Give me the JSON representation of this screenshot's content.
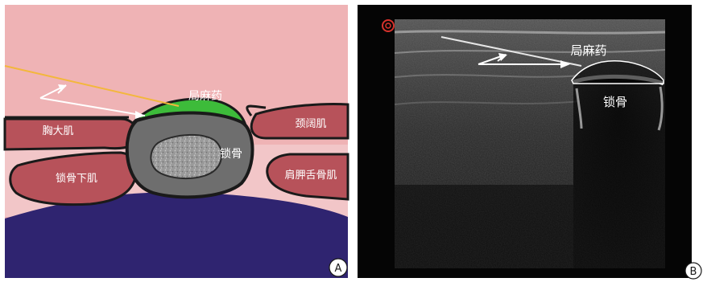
{
  "panel_a": {
    "labels": {
      "anesthetic": "局麻药",
      "pectoralis_major": "胸大肌",
      "platysma": "颈阔肌",
      "clavicle": "锁骨",
      "subclavius": "锁骨下肌",
      "omohyoid": "肩胛舌骨肌"
    },
    "panel_letter": "A"
  },
  "panel_b": {
    "labels": {
      "anesthetic": "局麻药",
      "clavicle": "锁骨"
    },
    "panel_letter": "B"
  },
  "colors": {
    "skin_pink": "#efb3b5",
    "muscle": "#b7525a",
    "deep_pink": "#f2c6c8",
    "pleura_blue": "#2f2470",
    "bone_gray": "#6e6e6e",
    "marrow_gray": "#a9a9a9",
    "anesthetic_green": "#3dbb3a",
    "needle_yellow": "#f3b73c",
    "ultrasound_bg": "#050505",
    "probe_marker_red": "#d6322c"
  }
}
